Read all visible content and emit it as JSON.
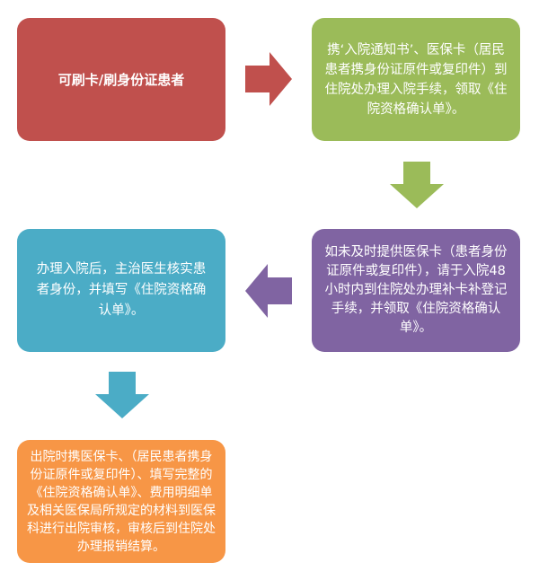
{
  "boxes": {
    "box1": "可刷卡/刷身份证患者",
    "box2": "携‘入院通知书’、医保卡（居民患者携身份证原件或复印件）到住院处办理入院手续，领取《住院资格确认单》。",
    "box3": "如未及时提供医保卡（患者身份证原件或复印件），请于入院48小时内到住院处办理补卡补登记手续，并领取《住院资格确认单》。",
    "box4": "办理入院后，主治医生核实患者身份，并填写《住院资格确认单》。",
    "box5": "出院时携医保卡、（居民患者携身份证原件或复印件）、填写完整的《住院资格确认单》、费用明细单及相关医保局所规定的材料到医保科进行出院审核，审核后到住院处办理报销结算。"
  },
  "colors": {
    "box1": "#c0504d",
    "box2": "#9bbb59",
    "box3": "#8064a2",
    "box4": "#4bacc6",
    "box5": "#f79646"
  }
}
